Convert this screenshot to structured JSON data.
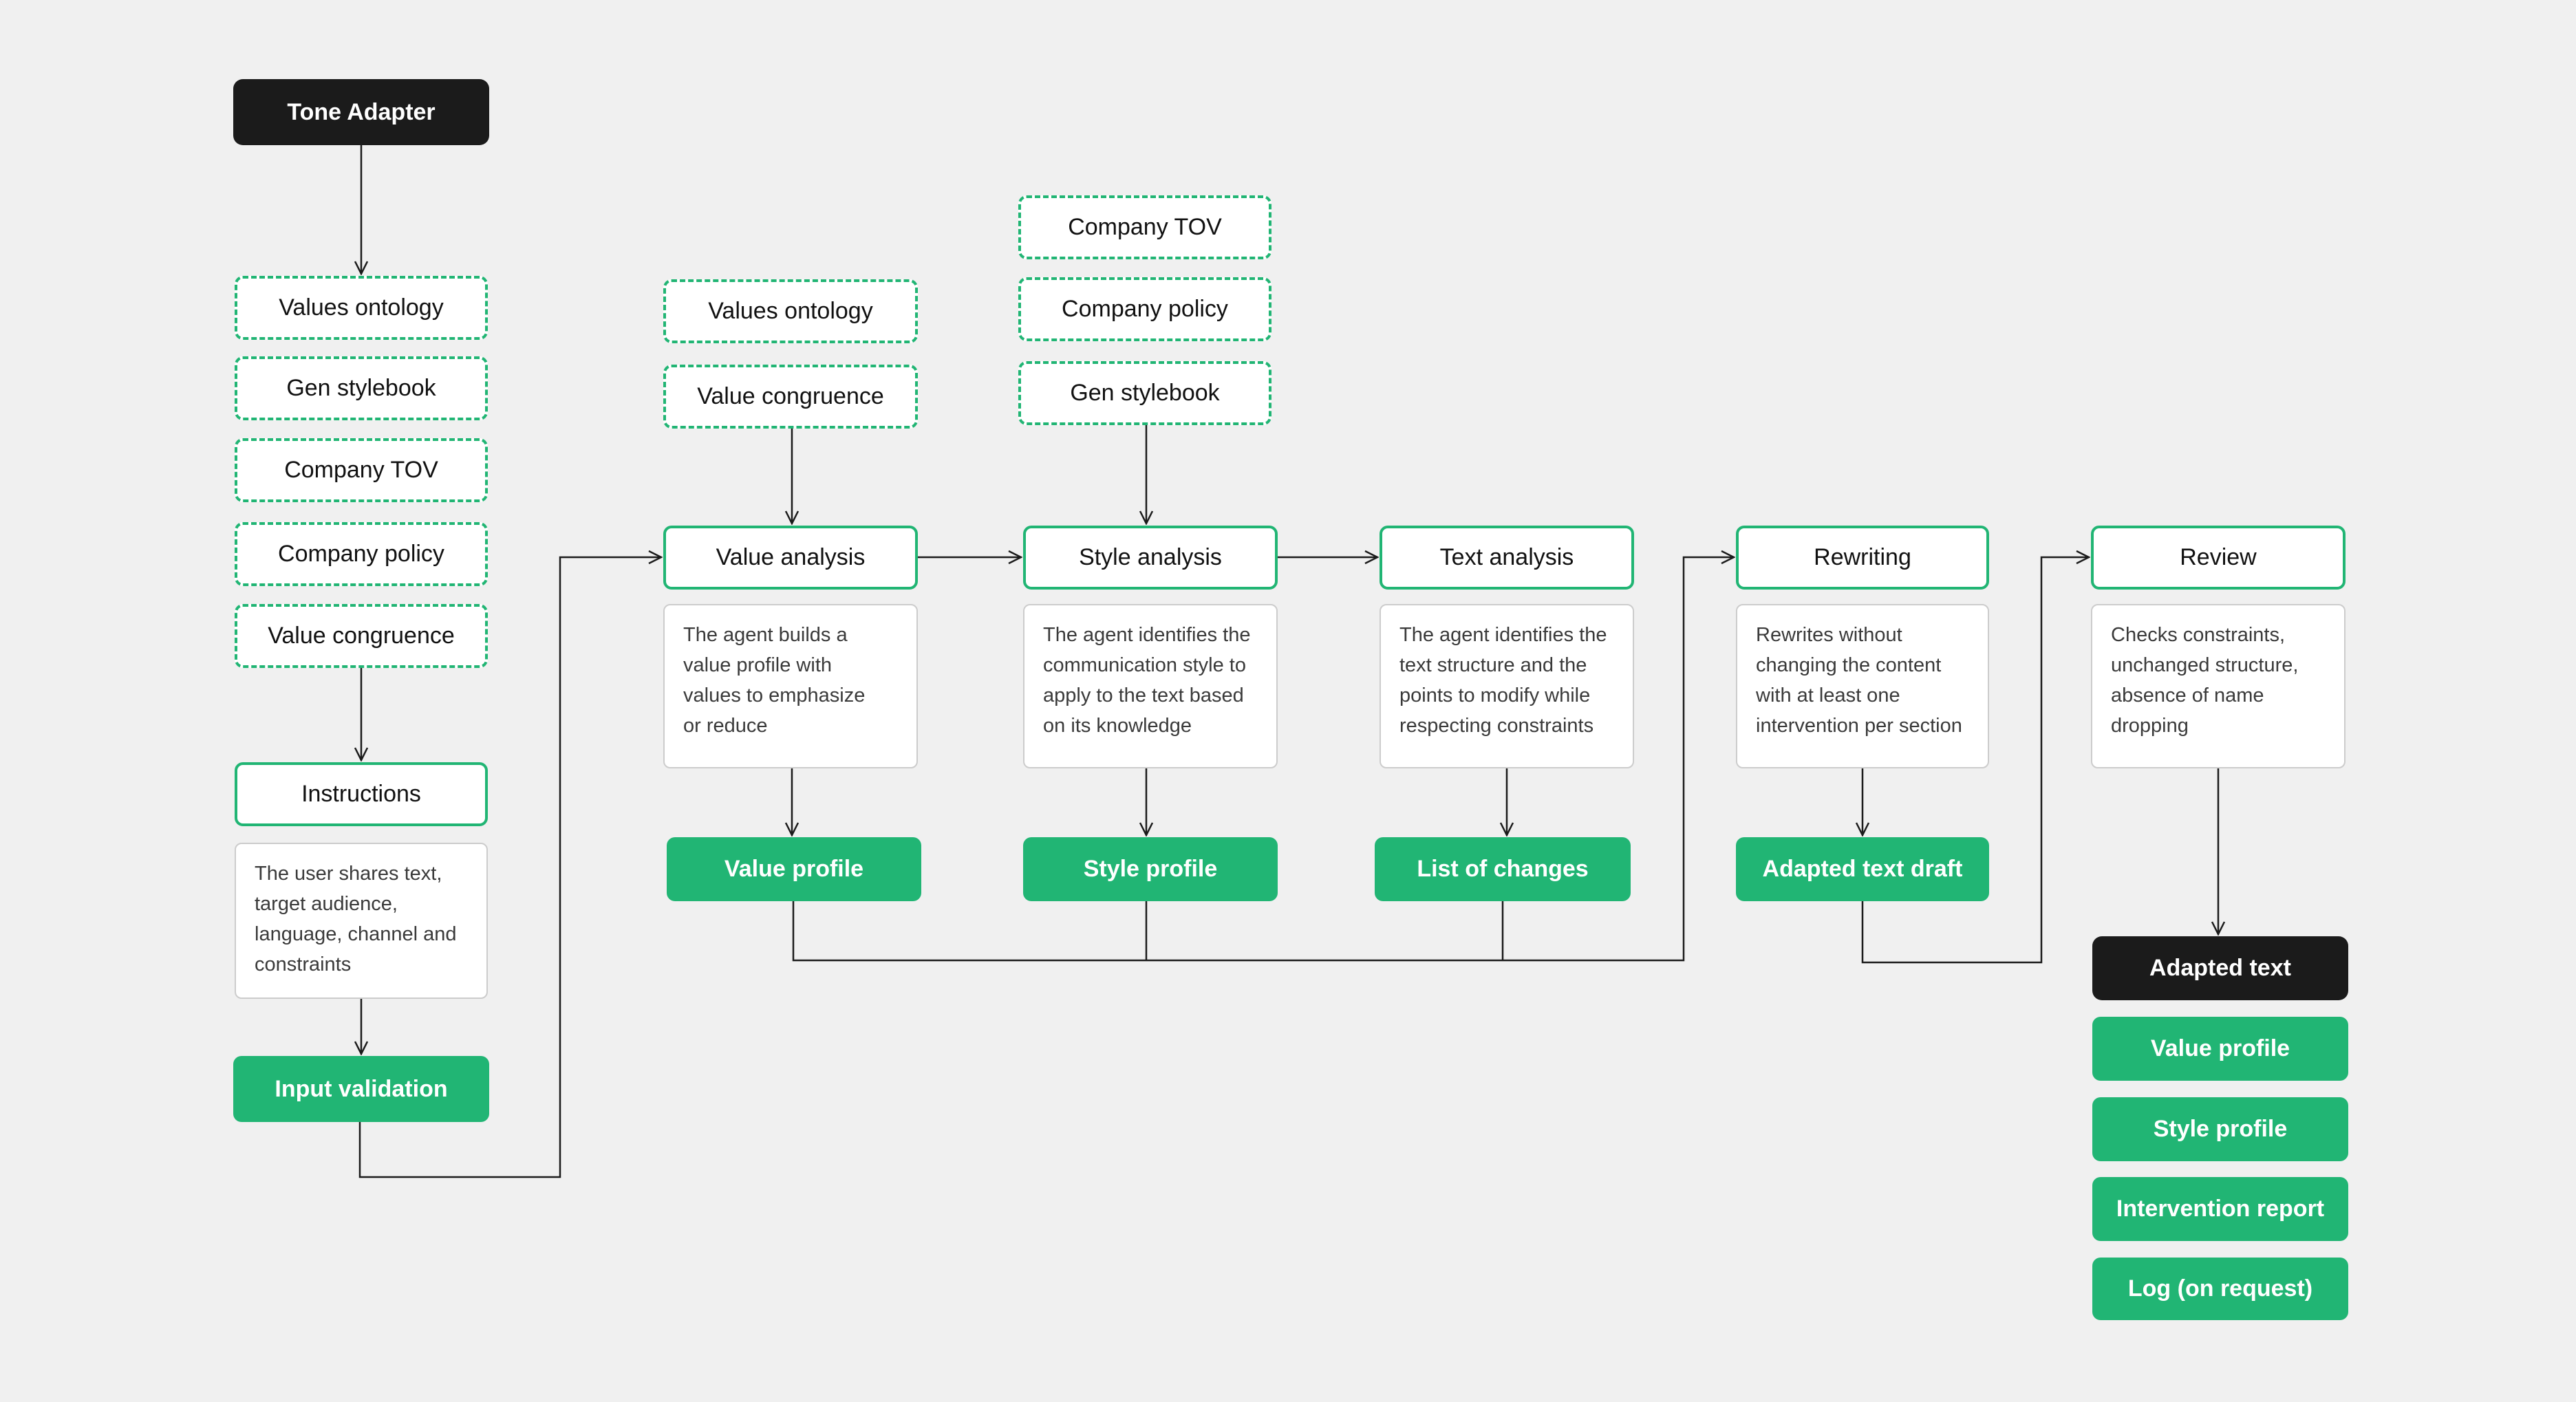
{
  "title": "Tone Adapter",
  "intake": {
    "sources": [
      "Values ontology",
      "Gen stylebook",
      "Company TOV",
      "Company policy",
      "Value congruence"
    ],
    "step": {
      "label": "Instructions",
      "description": [
        "The user shares text,",
        "target audience,",
        "language, channel and",
        "constraints"
      ]
    },
    "output": "Input validation"
  },
  "stages": [
    {
      "label": "Value analysis",
      "sources": [
        "Values ontology",
        "Value congruence"
      ],
      "description": [
        "The agent builds a",
        "value profile with",
        "values to emphasize",
        "or reduce"
      ],
      "output": "Value profile"
    },
    {
      "label": "Style analysis",
      "sources": [
        "Company TOV",
        "Company policy",
        "Gen stylebook"
      ],
      "description": [
        "The agent identifies the",
        "communication style to",
        "apply to the text based",
        "on its knowledge"
      ],
      "output": "Style profile"
    },
    {
      "label": "Text analysis",
      "description": [
        "The agent identifies the",
        "text structure and the",
        "points to modify while",
        "respecting constraints"
      ],
      "output": "List of changes"
    },
    {
      "label": "Rewriting",
      "description": [
        "Rewrites without",
        "changing the content",
        "with at least one",
        "intervention per section"
      ],
      "output": "Adapted text draft"
    },
    {
      "label": "Review",
      "description": [
        "Checks constraints,",
        "unchanged structure,",
        "absence of name",
        "dropping"
      ]
    }
  ],
  "final_outputs": {
    "primary": "Adapted text",
    "items": [
      "Value profile",
      "Style profile",
      "Intervention report",
      "Log (on request)"
    ]
  },
  "colors": {
    "accent": "#21b574",
    "dark": "#1b1b1b",
    "background": "#f0f0f0",
    "connector": "#1b1b1b",
    "card_border": "#cccccc",
    "card_text": "#3a3a3a"
  }
}
